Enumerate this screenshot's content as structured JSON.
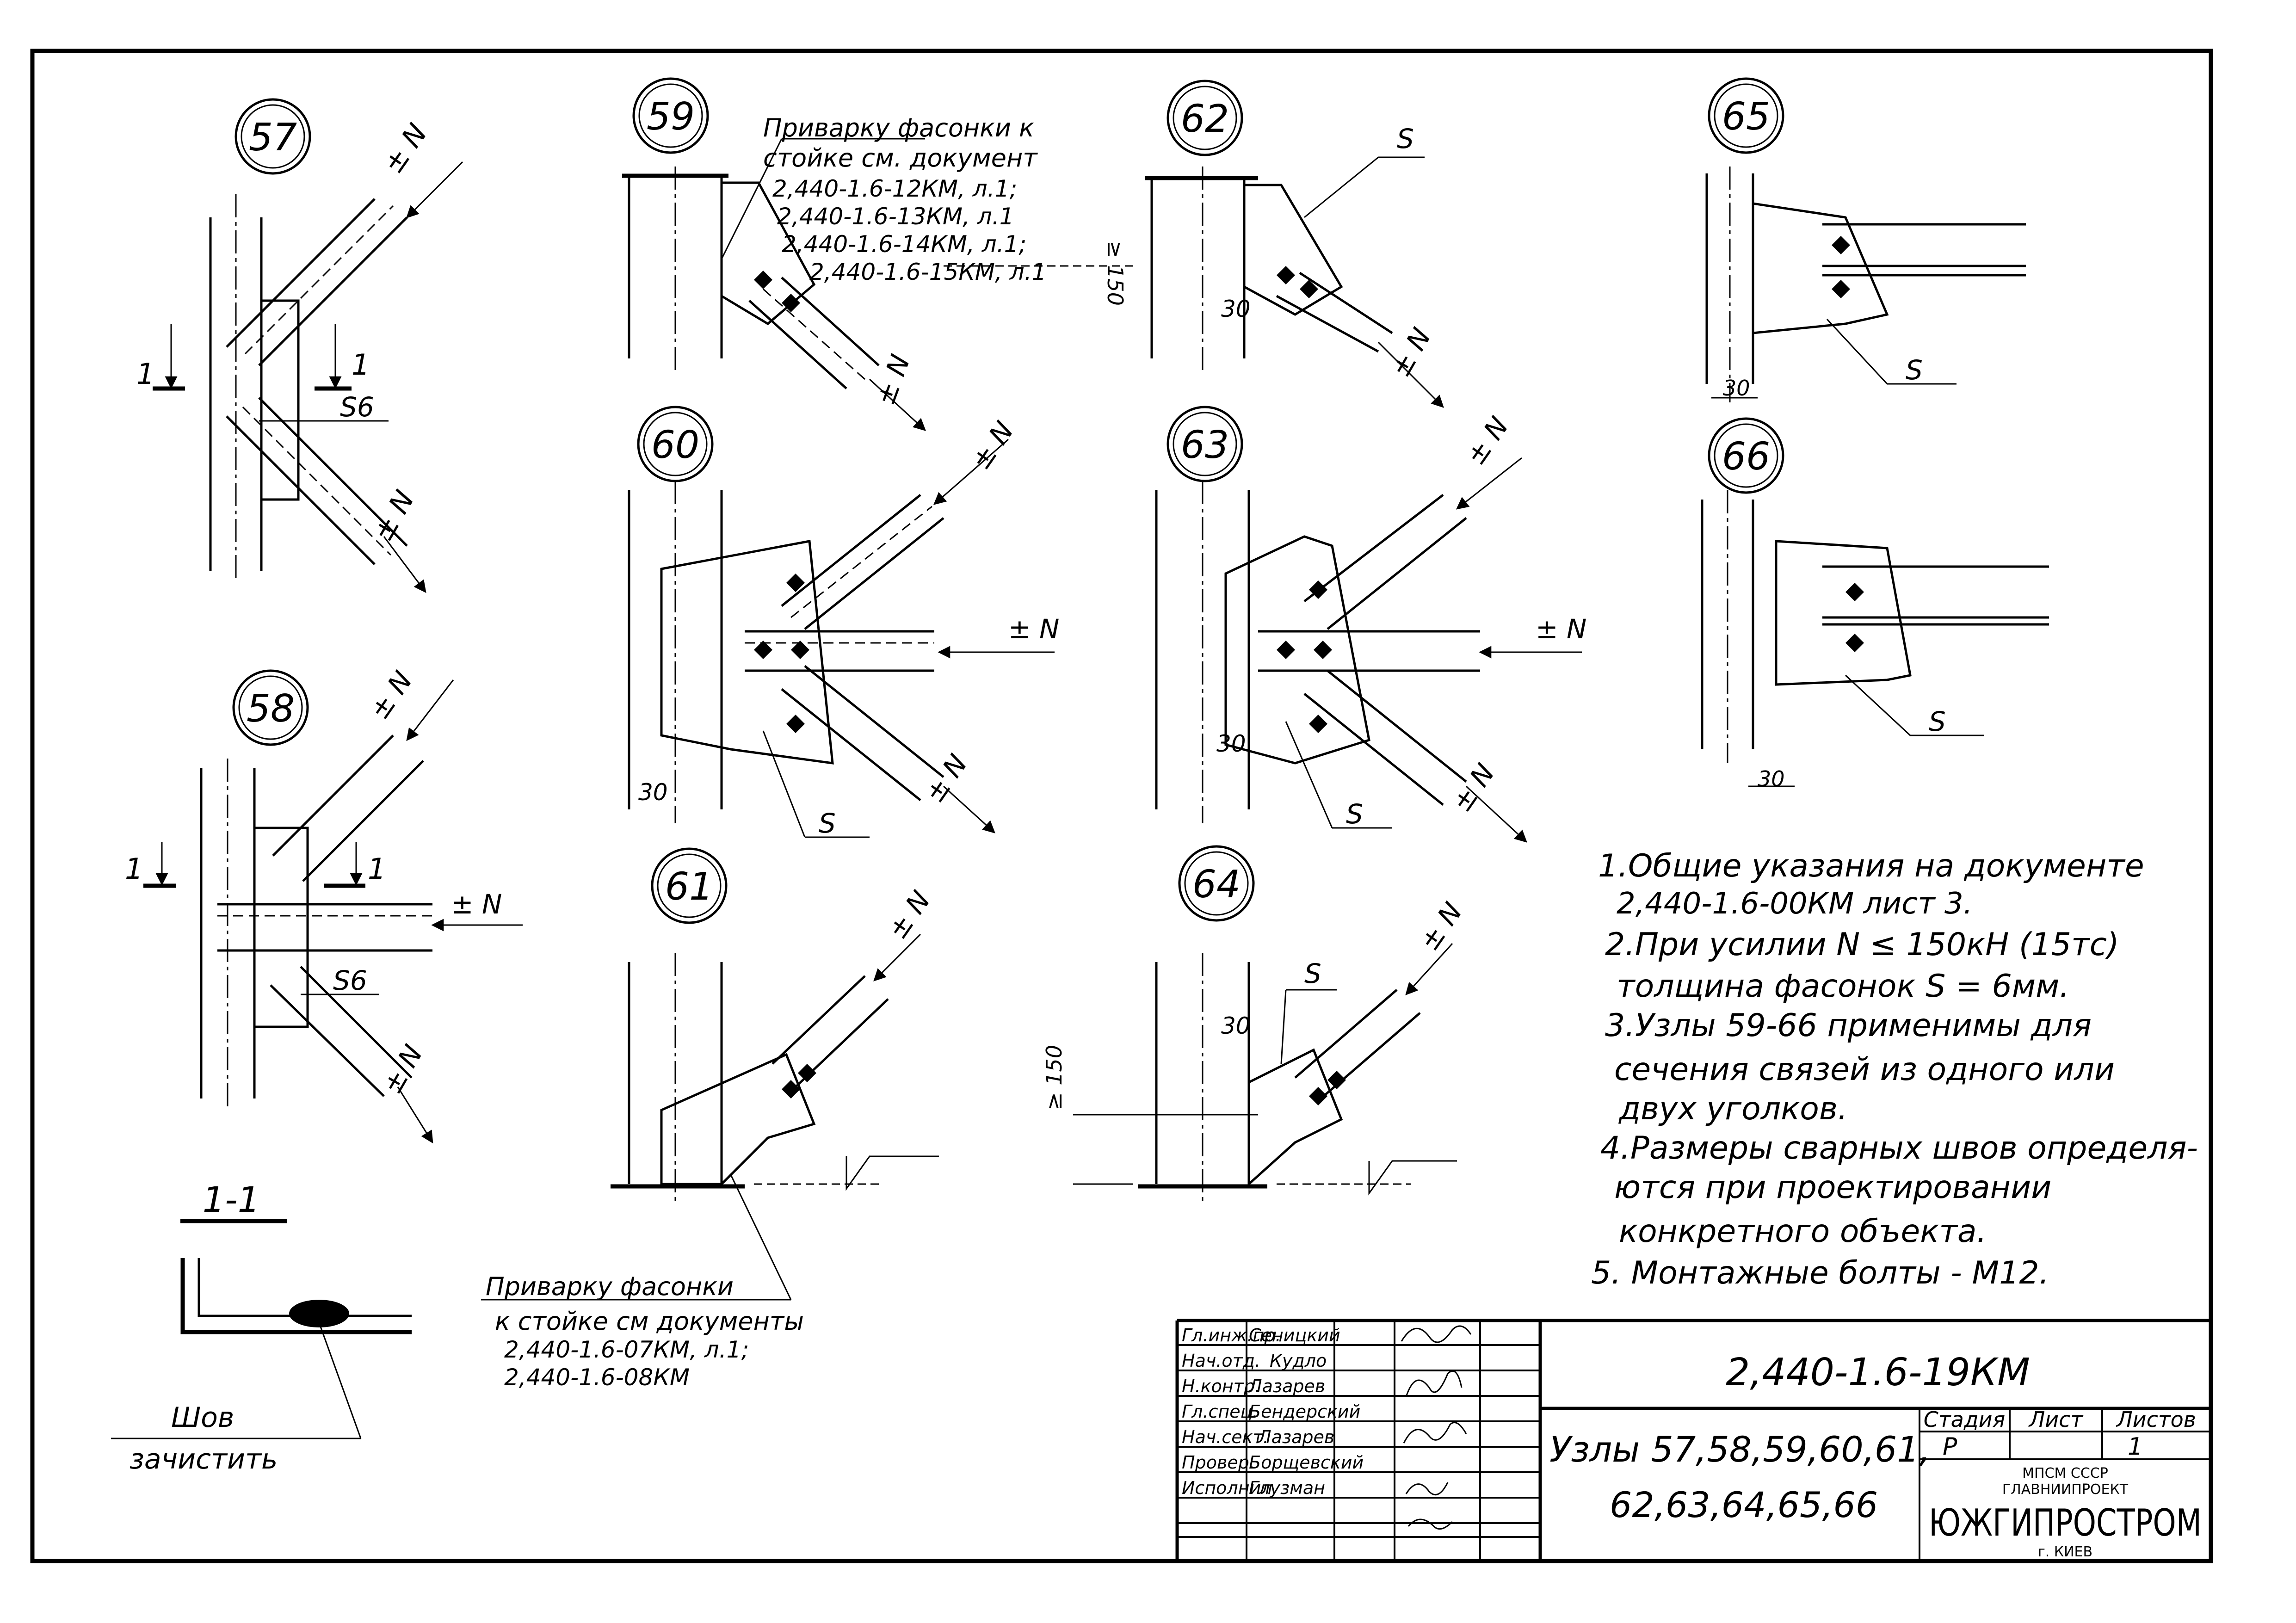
{
  "nodes": [
    {
      "id": "57",
      "label": "57"
    },
    {
      "id": "58",
      "label": "58"
    },
    {
      "id": "59",
      "label": "59"
    },
    {
      "id": "60",
      "label": "60"
    },
    {
      "id": "61",
      "label": "61"
    },
    {
      "id": "62",
      "label": "62"
    },
    {
      "id": "63",
      "label": "63"
    },
    {
      "id": "64",
      "label": "64"
    },
    {
      "id": "65",
      "label": "65"
    },
    {
      "id": "66",
      "label": "66"
    }
  ],
  "force_label": "± N",
  "section_mark": "1",
  "gusset_label": "S",
  "gusset_label_s6": "S6",
  "dim_30": "30",
  "dim_150": "≥ 150",
  "section_title": "1-1",
  "weld_note": [
    "Шов",
    "зачистить"
  ],
  "note_59": [
    "Приварку фасонки к",
    "стойке см. документ",
    "2,440-1.6-12КМ, л.1;",
    "2,440-1.6-13КМ, л.1",
    "2,440-1.6-14КМ, л.1;",
    "2,440-1.6-15КМ, л.1"
  ],
  "note_61": [
    "Приварку фасонки",
    "к стойке см документы",
    "2,440-1.6-07КМ, л.1;",
    "2,440-1.6-08КМ"
  ],
  "general_notes": [
    "1.Общие указания на документе",
    "2,440-1.6-00КМ лист 3.",
    "2.При усилии N ≤ 150кН (15тс)",
    "толщина фасонок S = 6мм.",
    "3.Узлы 59-66 применимы для",
    "сечения связей из одного или",
    "двух уголков.",
    "4.Размеры сварных швов определя-",
    "ются при проектировании",
    "конкретного объекта.",
    "5. Монтажные болты - М12."
  ],
  "title_block": {
    "doc_code": "2,440-1.6-19КМ",
    "title_line1": "Узлы 57,58,59,60,61,",
    "title_line2": "62,63,64,65,66",
    "stage_header": "Стадия",
    "sheet_header": "Лист",
    "sheets_header": "Листов",
    "stage_value": "Р",
    "sheets_value": "1",
    "org_line1": "МПСМ СССР",
    "org_line2": "ГЛАВНИИПРОЕКТ",
    "org_name": "ЮЖГИПРОСТРОМ",
    "org_city": "г. КИЕВ",
    "signatures": [
      {
        "role": "Гл.инж.пр.",
        "name": "Сеницкий"
      },
      {
        "role": "Нач.отд.",
        "name": "Кудло"
      },
      {
        "role": "Н.контр.",
        "name": "Лазарев"
      },
      {
        "role": "Гл.спец.",
        "name": "Бендерский"
      },
      {
        "role": "Нач.сект.",
        "name": "Лазарев"
      },
      {
        "role": "Провер.",
        "name": "Борщевский"
      },
      {
        "role": "Исполнил",
        "name": "Глузман"
      }
    ]
  }
}
